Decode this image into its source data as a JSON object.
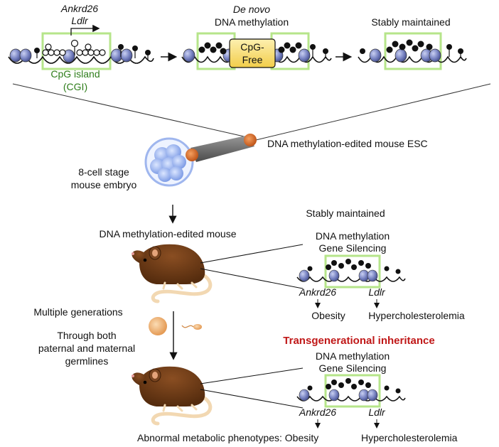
{
  "top": {
    "gene1": "Ankrd26",
    "gene2": "Ldlr",
    "cgi_label_line1": "CpG island",
    "cgi_label_line2": "(CGI)",
    "denovo_italic": "De novo",
    "denovo_line2": "DNA methylation",
    "cpg_free_line1": "CpG-",
    "cpg_free_line2": "Free",
    "stably_maintained": "Stably maintained"
  },
  "middle": {
    "esc_label": "DNA methylation-edited mouse ESC",
    "embryo_line1": "8-cell stage",
    "embryo_line2": "mouse embryo",
    "edited_mouse_label": "DNA methylation-edited mouse"
  },
  "right1": {
    "stably_maintained": "Stably maintained",
    "silencing_line1": "DNA methylation",
    "silencing_line2": "Gene Silencing",
    "gene1": "Ankrd26",
    "gene2": "Ldlr",
    "pheno1": "Obesity",
    "pheno2": "Hypercholesterolemia"
  },
  "left2": {
    "generations": "Multiple generations",
    "germline_line1": "Through both",
    "germline_line2": "paternal and maternal",
    "germline_line3": "germlines"
  },
  "right2": {
    "transgenerational": "Transgenerational inheritance",
    "silencing_line1": "DNA methylation",
    "silencing_line2": "Gene Silencing",
    "gene1": "Ankrd26",
    "gene2": "Ldlr"
  },
  "bottom": {
    "phenotype_prefix": "Abnormal metabolic phenotypes: Obesity",
    "pheno2": "Hypercholesterolemia"
  },
  "colors": {
    "nucleosome": "#7b86c4",
    "cgi_box": "#b6e58a",
    "cpg_free": "#f6d86a",
    "mouse_body": "#6b3a16",
    "mouse_tail": "#f2d8b2",
    "transgenerational": "#c01818",
    "embryo": "#8aa8ec",
    "pipette_tip": "#d2691e"
  }
}
